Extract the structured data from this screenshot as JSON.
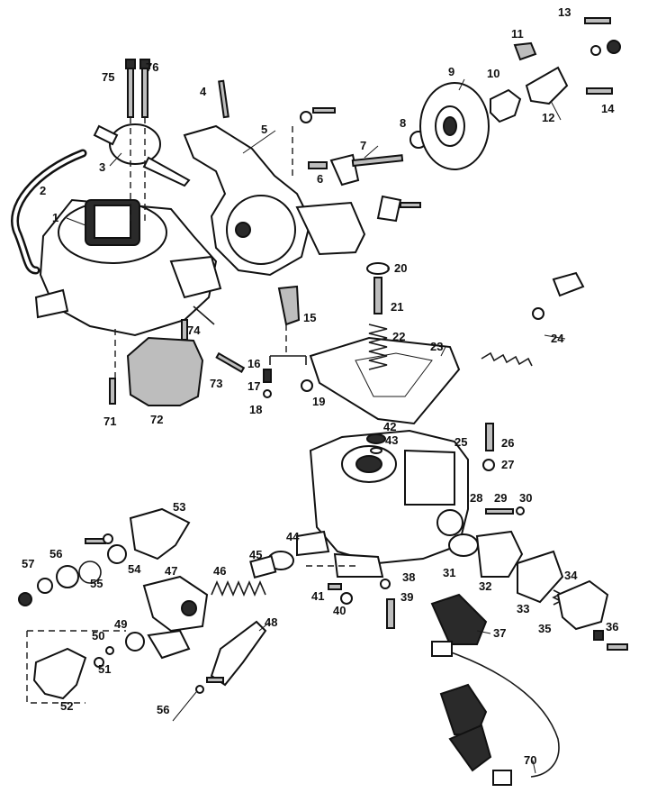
{
  "diagram": {
    "labels": [
      "1",
      "2",
      "3",
      "4",
      "5",
      "6",
      "7",
      "8",
      "9",
      "10",
      "11",
      "12",
      "13",
      "14",
      "15",
      "16",
      "17",
      "18",
      "19",
      "20",
      "21",
      "22",
      "23",
      "24",
      "25",
      "26",
      "27",
      "28",
      "29",
      "30",
      "31",
      "32",
      "33",
      "34",
      "35",
      "36",
      "37",
      "38",
      "39",
      "40",
      "41",
      "42",
      "43",
      "44",
      "45",
      "46",
      "47",
      "48",
      "49",
      "50",
      "51",
      "52",
      "53",
      "54",
      "55",
      "56",
      "57",
      "56",
      "70",
      "71",
      "72",
      "73",
      "74",
      "75",
      "76"
    ]
  },
  "colors": {
    "ink": "#111111",
    "paper": "#ffffff",
    "shade": "#bdbdbd"
  }
}
